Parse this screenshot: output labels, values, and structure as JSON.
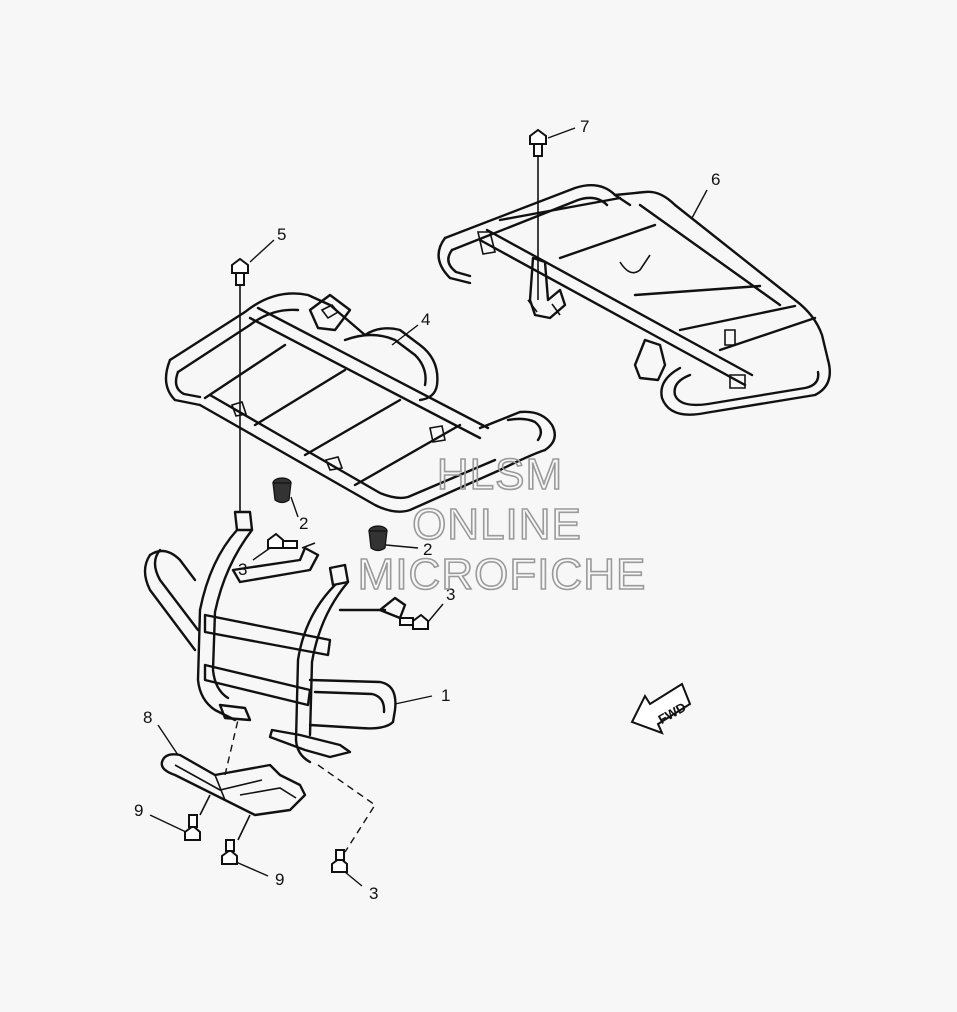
{
  "callouts": [
    {
      "id": "c1",
      "label": "1"
    },
    {
      "id": "c2a",
      "label": "2"
    },
    {
      "id": "c2b",
      "label": "2"
    },
    {
      "id": "c3a",
      "label": "3"
    },
    {
      "id": "c3b",
      "label": "3"
    },
    {
      "id": "c3c",
      "label": "3"
    },
    {
      "id": "c4",
      "label": "4"
    },
    {
      "id": "c5",
      "label": "5"
    },
    {
      "id": "c6",
      "label": "6"
    },
    {
      "id": "c7",
      "label": "7"
    },
    {
      "id": "c8",
      "label": "8"
    },
    {
      "id": "c9a",
      "label": "9"
    },
    {
      "id": "c9b",
      "label": "9"
    }
  ],
  "direction_arrow": {
    "label": "FWD"
  },
  "watermark": {
    "line1": "HLSM",
    "line2": "ONLINE",
    "line3": "MICROFICHE"
  }
}
